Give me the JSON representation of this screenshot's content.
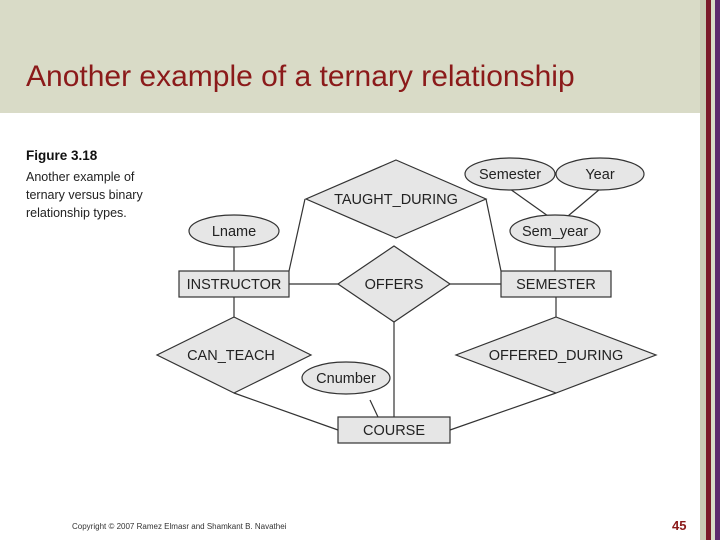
{
  "slide": {
    "title": "Another example of a ternary relationship",
    "figure_label": "Figure 3.18",
    "caption_lines": [
      "Another example of",
      "ternary versus binary",
      "relationship types."
    ],
    "copyright": "Copyright © 2007 Ramez Elmasr and Shamkant B. Navathei",
    "page_number": "45"
  },
  "diagram": {
    "entities": {
      "instructor": "INSTRUCTOR",
      "semester": "SEMESTER",
      "course": "COURSE"
    },
    "relationships": {
      "taught_during": "TAUGHT_DURING",
      "offers": "OFFERS",
      "can_teach": "CAN_TEACH",
      "offered_during": "OFFERED_DURING"
    },
    "attributes": {
      "lname": "Lname",
      "semester": "Semester",
      "year": "Year",
      "sem_year": "Sem_year",
      "cnumber": "Cnumber"
    }
  },
  "colors": {
    "header_band": "#d9dbc7",
    "title": "#8b1a1a",
    "shape_fill": "#e6e6e6",
    "accent_bar": "#7a1a2a",
    "accent_bar_2": "#5e2a6e"
  }
}
